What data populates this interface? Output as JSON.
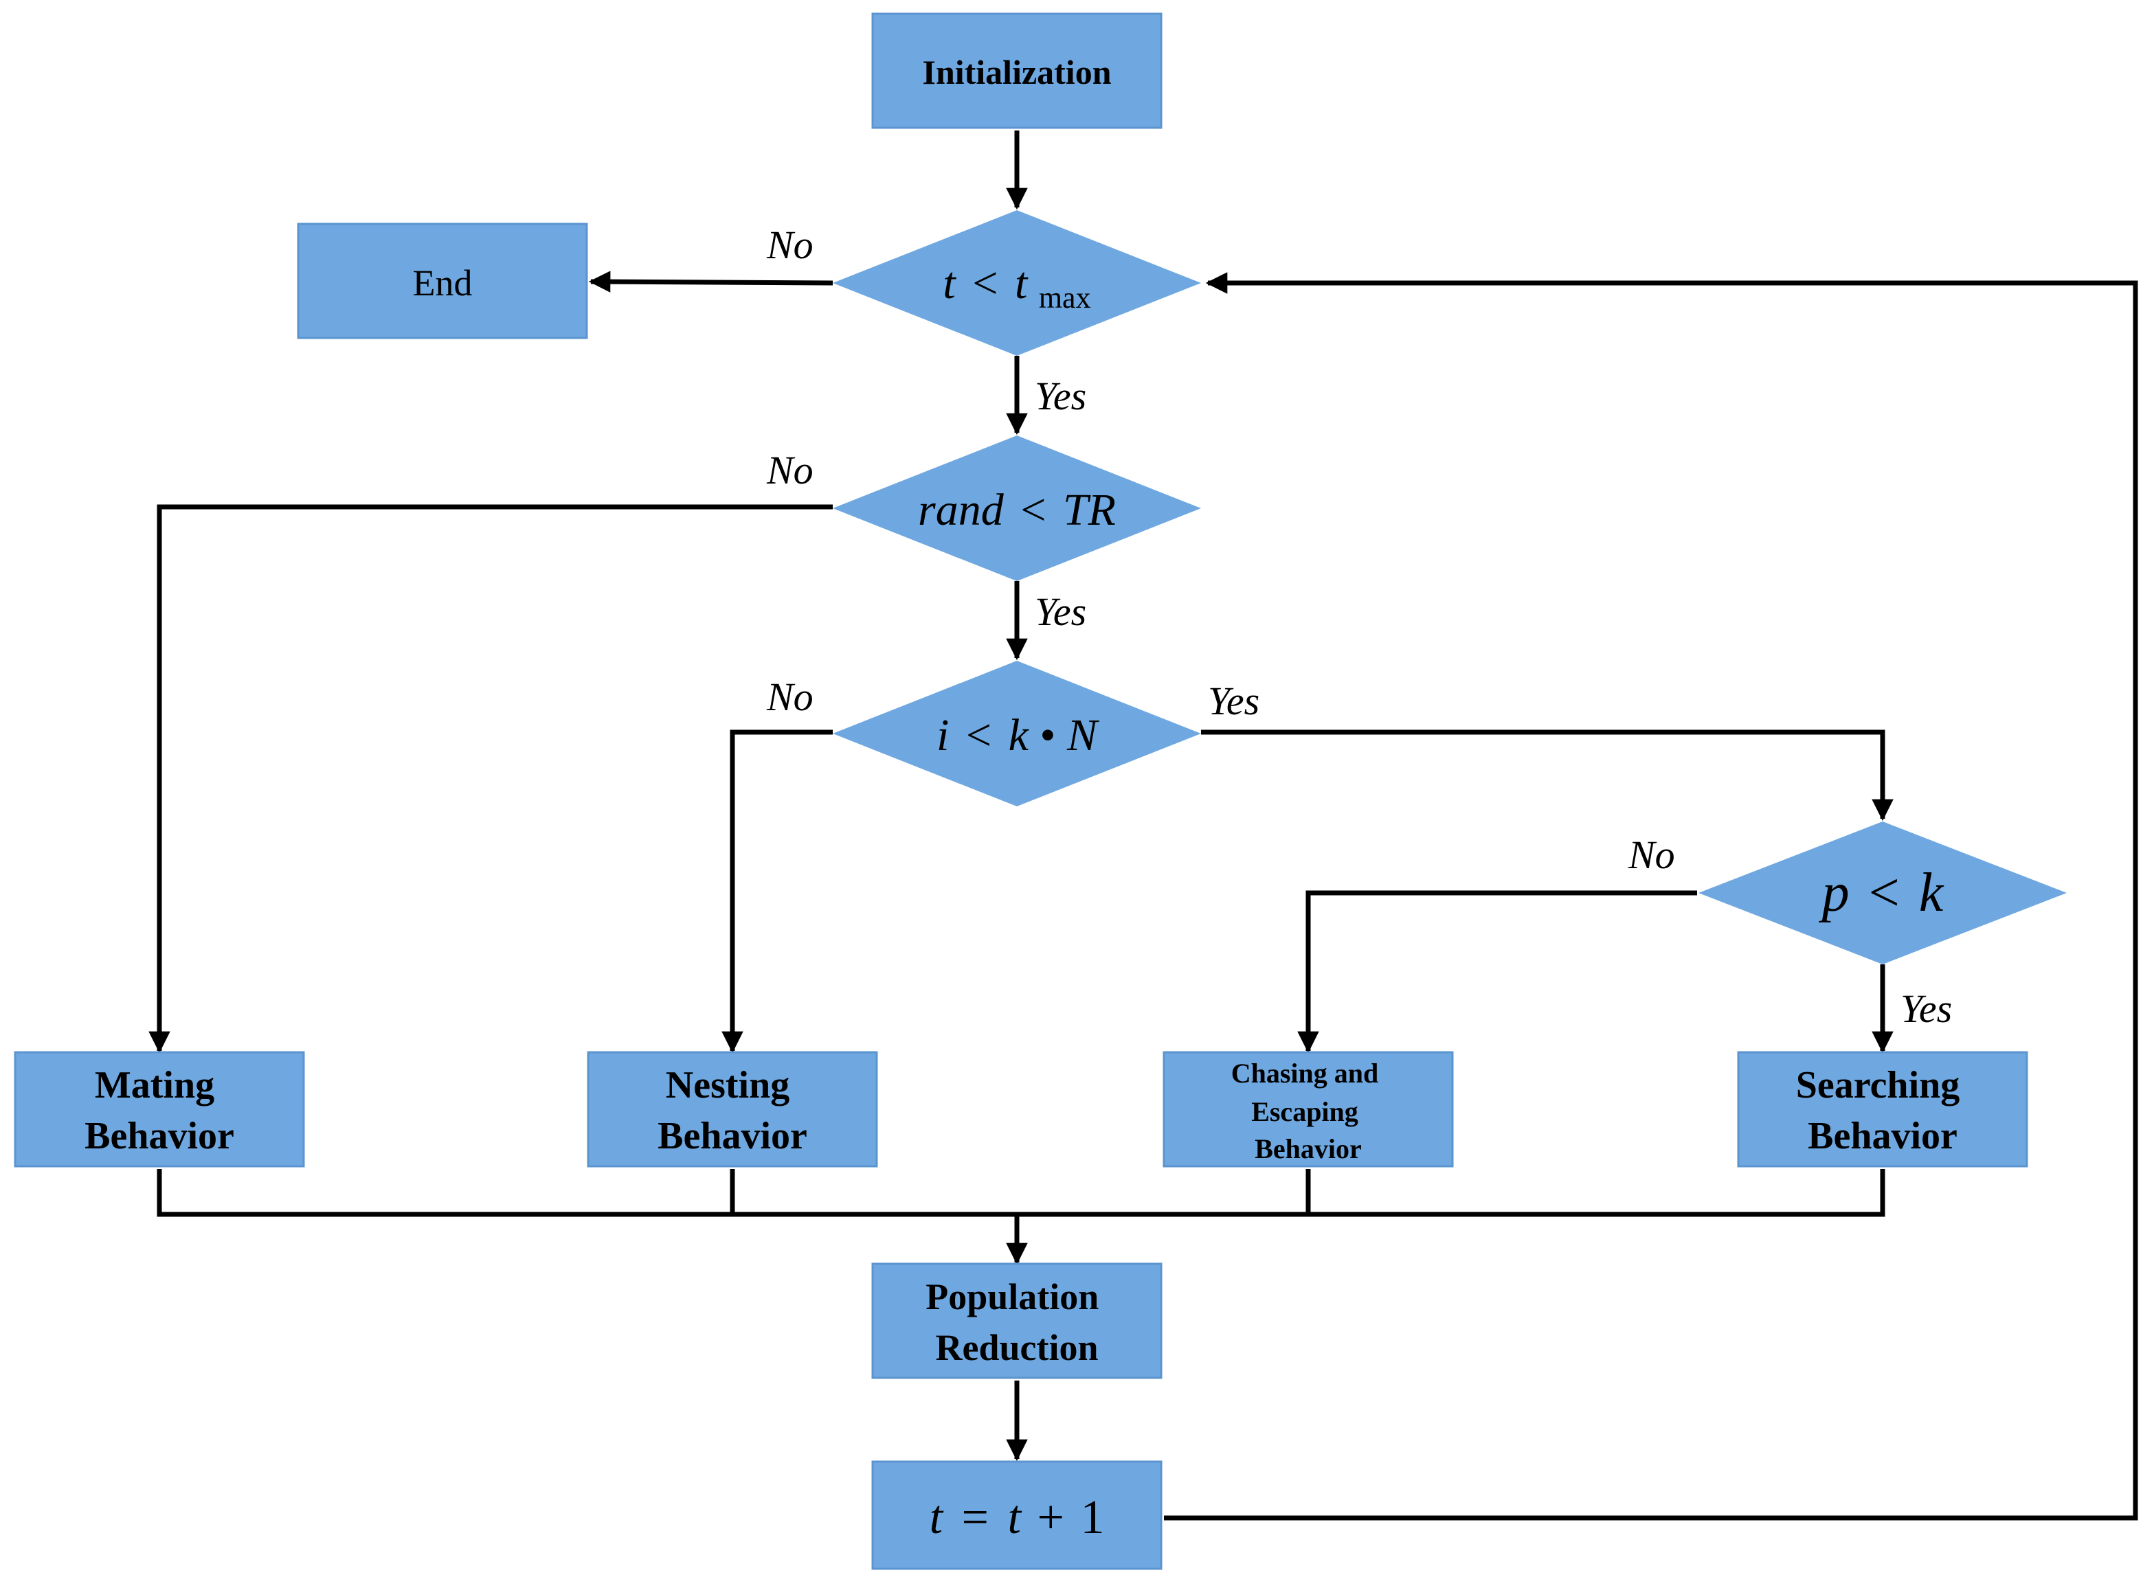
{
  "nodes": {
    "initialization": "Initialization",
    "end": "End",
    "mating": [
      "Mating",
      "Behavior"
    ],
    "nesting": [
      "Nesting",
      "Behavior"
    ],
    "chasing": [
      "Chasing and",
      "Escaping",
      "Behavior"
    ],
    "searching": [
      "Searching",
      "Behavior"
    ],
    "population": [
      "Population",
      "Reduction"
    ],
    "update": {
      "lhs": "t",
      "eq": "=",
      "rhs": "t",
      "plus": "+",
      "one": "1"
    }
  },
  "decisions": {
    "tmax": {
      "var": "t",
      "op": "<",
      "limit": "t",
      "sub": "max"
    },
    "rand": {
      "var": "rand",
      "op": "<",
      "limit": "TR"
    },
    "ikn": {
      "var": "i",
      "op": "<",
      "k": "k",
      "dot": "•",
      "n": "N"
    },
    "pk": {
      "var": "p",
      "op": "<",
      "limit": "k"
    }
  },
  "edge_labels": {
    "tmax_no": "No",
    "tmax_yes": "Yes",
    "rand_no": "No",
    "rand_yes": "Yes",
    "ikn_no": "No",
    "ikn_yes": "Yes",
    "pk_no": "No",
    "pk_yes": "Yes"
  },
  "colors": {
    "node_fill": "#6fa8e0",
    "node_border": "#5b95d0",
    "line": "#000000"
  }
}
